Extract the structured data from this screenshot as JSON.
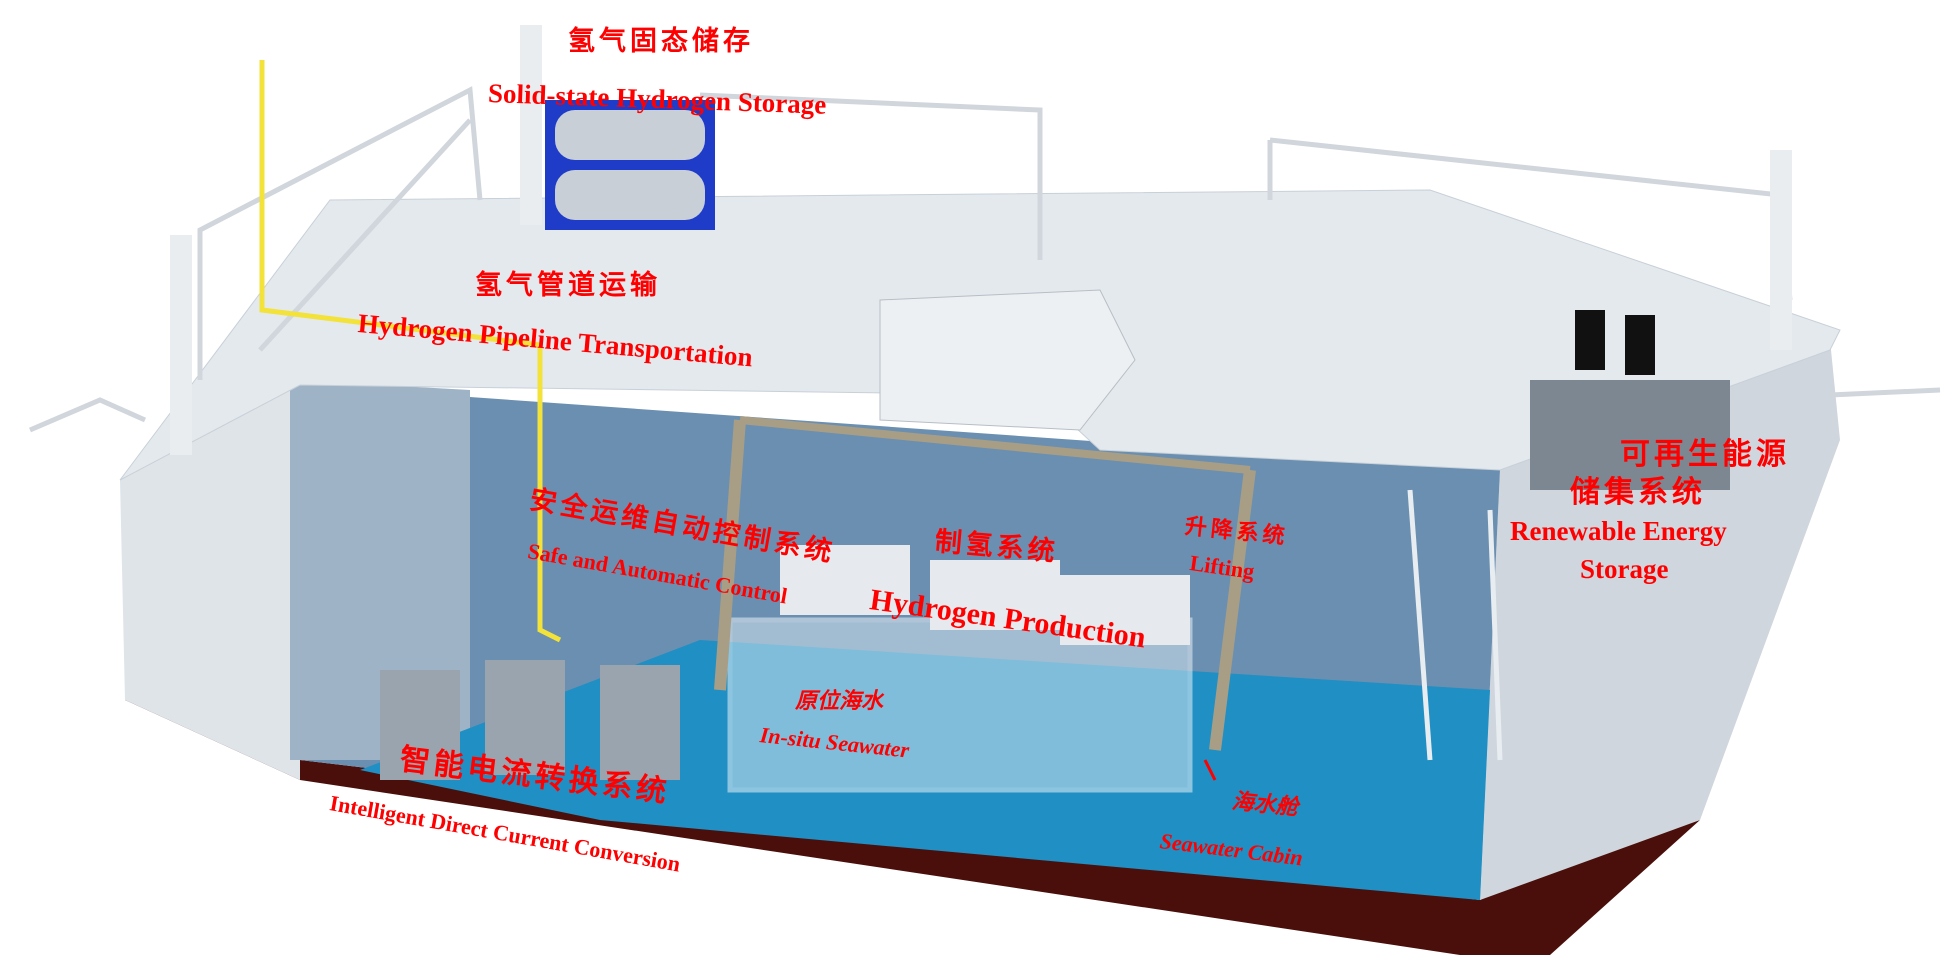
{
  "labels": {
    "solid_storage": {
      "cn": "氢气固态储存",
      "en": "Solid-state Hydrogen Storage"
    },
    "pipeline": {
      "cn": "氢气管道运输",
      "en": "Hydrogen Pipeline Transportation"
    },
    "safe_control": {
      "cn": "安全运维自动控制系统",
      "en": "Safe and Automatic Control"
    },
    "production": {
      "cn": "制氢系统",
      "en": "Hydrogen Production"
    },
    "lifting": {
      "cn": "升降系统",
      "en": "Lifting"
    },
    "renewable": {
      "cn1": "可再生能源",
      "cn2": "储集系统",
      "en1": "Renewable Energy",
      "en2": "Storage"
    },
    "insitu": {
      "cn": "原位海水",
      "en": "In-situ Seawater"
    },
    "dc_conversion": {
      "cn": "智能电流转换系统",
      "en": "Intelligent Direct Current Conversion"
    },
    "seawater_cabin": {
      "cn": "海水舱",
      "en": "Seawater Cabin"
    }
  },
  "colors": {
    "label": "#ff0000",
    "hull": "#4a0f0a",
    "deck": "#e4e9ee",
    "water": "#1f8fc4",
    "pipe": "#f2e23a"
  }
}
